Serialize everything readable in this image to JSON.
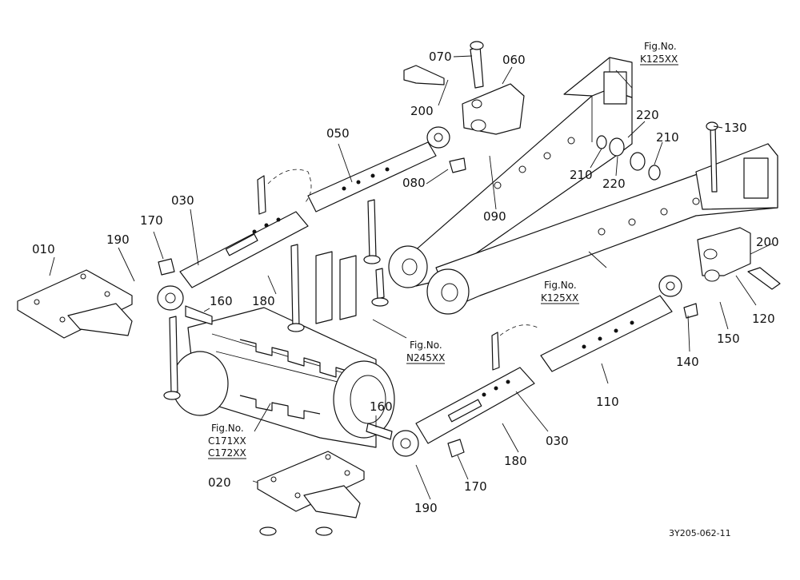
{
  "parts": {
    "p010": "010",
    "p020": "020",
    "p030a": "030",
    "p030b": "030",
    "p050": "050",
    "p060": "060",
    "p070": "070",
    "p080": "080",
    "p090": "090",
    "p110": "110",
    "p120": "120",
    "p130": "130",
    "p140": "140",
    "p150": "150",
    "p160a": "160",
    "p160b": "160",
    "p170a": "170",
    "p170b": "170",
    "p180a": "180",
    "p180b": "180",
    "p190a": "190",
    "p190b": "190",
    "p200a": "200",
    "p200b": "200",
    "p210a": "210",
    "p210b": "210",
    "p220a": "220",
    "p220b": "220"
  },
  "references": {
    "k125_top_1": "Fig.No.",
    "k125_top_2": "K125XX",
    "k125_mid_1": "Fig.No.",
    "k125_mid_2": "K125XX",
    "n245_1": "Fig.No.",
    "n245_2": "N245XX",
    "c171_1": "Fig.No.",
    "c171_2": "C171XX",
    "c171_3": "C172XX"
  },
  "drawing_code": "3Y205-062-11"
}
